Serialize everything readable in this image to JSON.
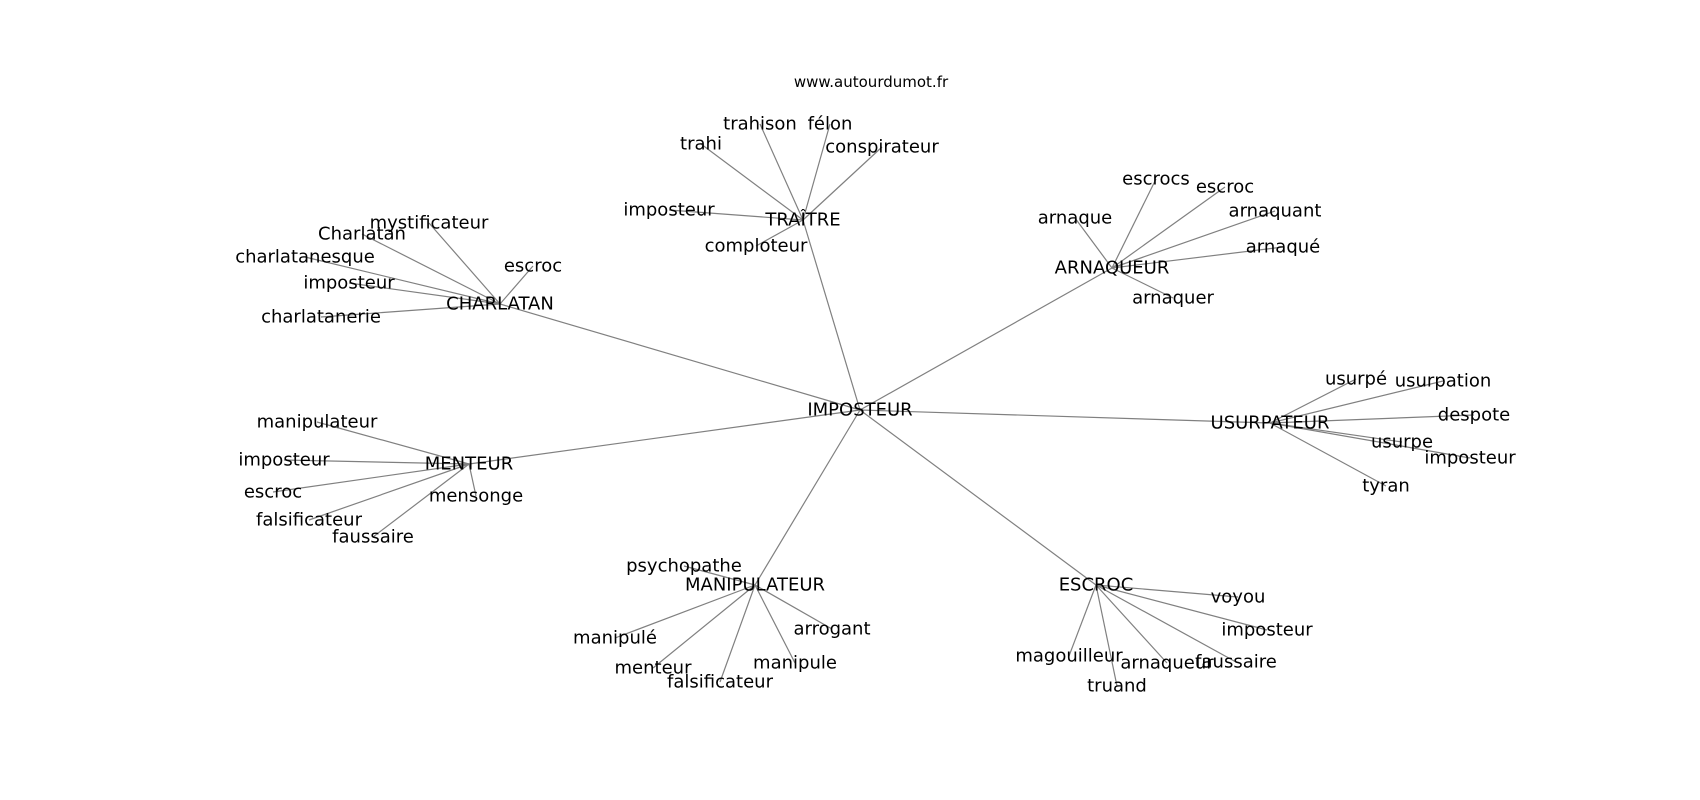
{
  "watermark": "www.autourdumot.fr",
  "graph": {
    "center": "IMPOSTEUR",
    "hubs": [
      {
        "label": "TRAÎTRE",
        "leaves": [
          "trahison",
          "félon",
          "trahi",
          "conspirateur",
          "imposteur",
          "comploteur"
        ]
      },
      {
        "label": "CHARLATAN",
        "leaves": [
          "mystificateur",
          "Charlatan",
          "charlatanesque",
          "escroc",
          "imposteur",
          "charlatanerie"
        ]
      },
      {
        "label": "ARNAQUEUR",
        "leaves": [
          "escrocs",
          "escroc",
          "arnaque",
          "arnaquant",
          "arnaqué",
          "arnaquer"
        ]
      },
      {
        "label": "USURPATEUR",
        "leaves": [
          "usurpé",
          "usurpation",
          "despote",
          "usurpe",
          "imposteur",
          "tyran"
        ]
      },
      {
        "label": "MENTEUR",
        "leaves": [
          "manipulateur",
          "imposteur",
          "escroc",
          "mensonge",
          "falsificateur",
          "faussaire"
        ]
      },
      {
        "label": "MANIPULATEUR",
        "leaves": [
          "psychopathe",
          "manipulé",
          "arrogant",
          "menteur",
          "manipule",
          "falsificateur"
        ]
      },
      {
        "label": "ESCROC",
        "leaves": [
          "voyou",
          "imposteur",
          "magouilleur",
          "arnaqueur",
          "faussaire",
          "truand"
        ]
      }
    ]
  },
  "colors": {
    "edge": "#808080",
    "text": "#000000",
    "background": "#ffffff"
  }
}
